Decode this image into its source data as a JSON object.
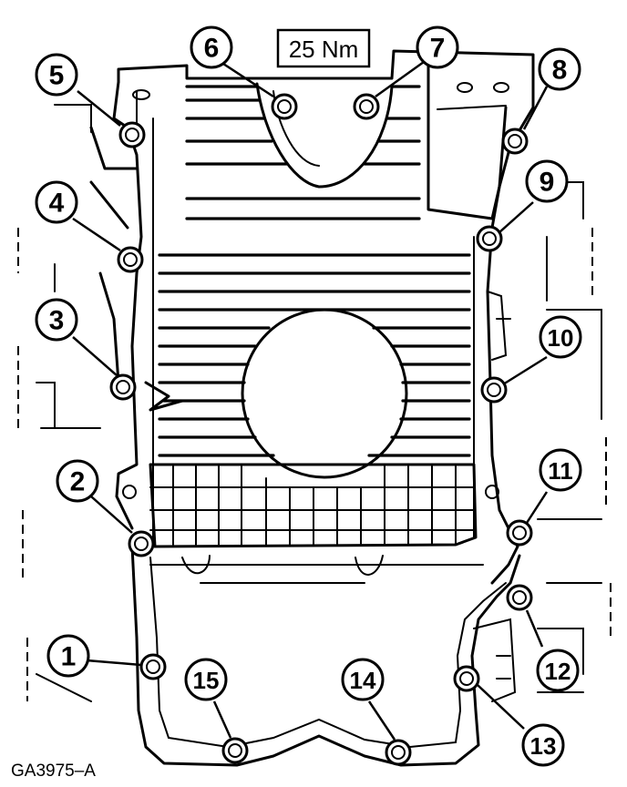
{
  "torque_label": "25 Nm",
  "figure_id": "GA3975–A",
  "callouts": [
    "1",
    "2",
    "3",
    "4",
    "5",
    "6",
    "7",
    "8",
    "9",
    "10",
    "11",
    "12",
    "13",
    "14",
    "15"
  ]
}
